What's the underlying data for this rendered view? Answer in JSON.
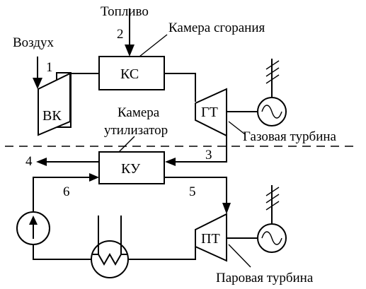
{
  "labels": {
    "fuel": "Топливо",
    "air": "Воздух",
    "combustion_chamber": "Камера сгорания",
    "recovery_chamber_line1": "Камера",
    "recovery_chamber_line2": "утилизатор",
    "gas_turbine": "Газовая турбина",
    "steam_turbine": "Паровая турбина"
  },
  "components": {
    "compressor": "ВК",
    "combustor": "КС",
    "gas_turbine": "ГТ",
    "recovery_boiler": "КУ",
    "steam_turbine": "ПТ"
  },
  "flow_numbers": {
    "air_in": "1",
    "fuel_in": "2",
    "exhaust_in": "3",
    "exhaust_out": "4",
    "steam_out": "5",
    "water_in": "6"
  }
}
